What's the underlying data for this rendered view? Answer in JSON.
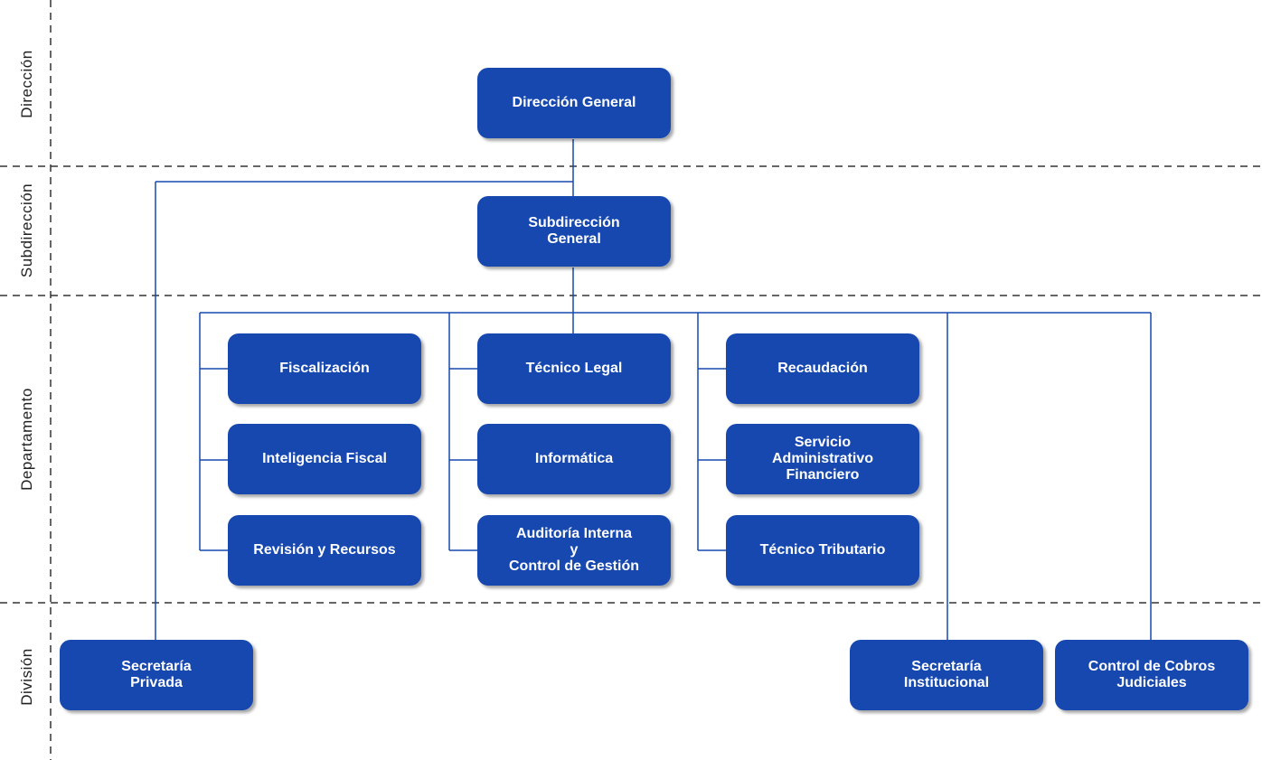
{
  "bands": [
    {
      "id": "direccion",
      "label": "Dirección"
    },
    {
      "id": "subdireccion",
      "label": "Subdirección"
    },
    {
      "id": "departamento",
      "label": "Departamento"
    },
    {
      "id": "division",
      "label": "División"
    }
  ],
  "nodes": {
    "direccion_general": "Dirección General",
    "subdireccion_general": "Subdirección\nGeneral",
    "fiscalizacion": "Fiscalización",
    "inteligencia_fiscal": "Inteligencia Fiscal",
    "revision_recursos": "Revisión y Recursos",
    "tecnico_legal": "Técnico Legal",
    "informatica": "Informática",
    "auditoria_interna": "Auditoría Interna\ny\nControl de Gestión",
    "recaudacion": "Recaudación",
    "servicio_administrativo": "Servicio\nAdministrativo\nFinanciero",
    "tecnico_tributario": "Técnico Tributario",
    "secretaria_privada": "Secretaría\nPrivada",
    "secretaria_institucional": "Secretaría\nInstitucional",
    "control_cobros": "Control de Cobros\nJudiciales"
  },
  "colors": {
    "node": "#1648b0",
    "connector": "#1648b0",
    "divider": "#333333"
  }
}
